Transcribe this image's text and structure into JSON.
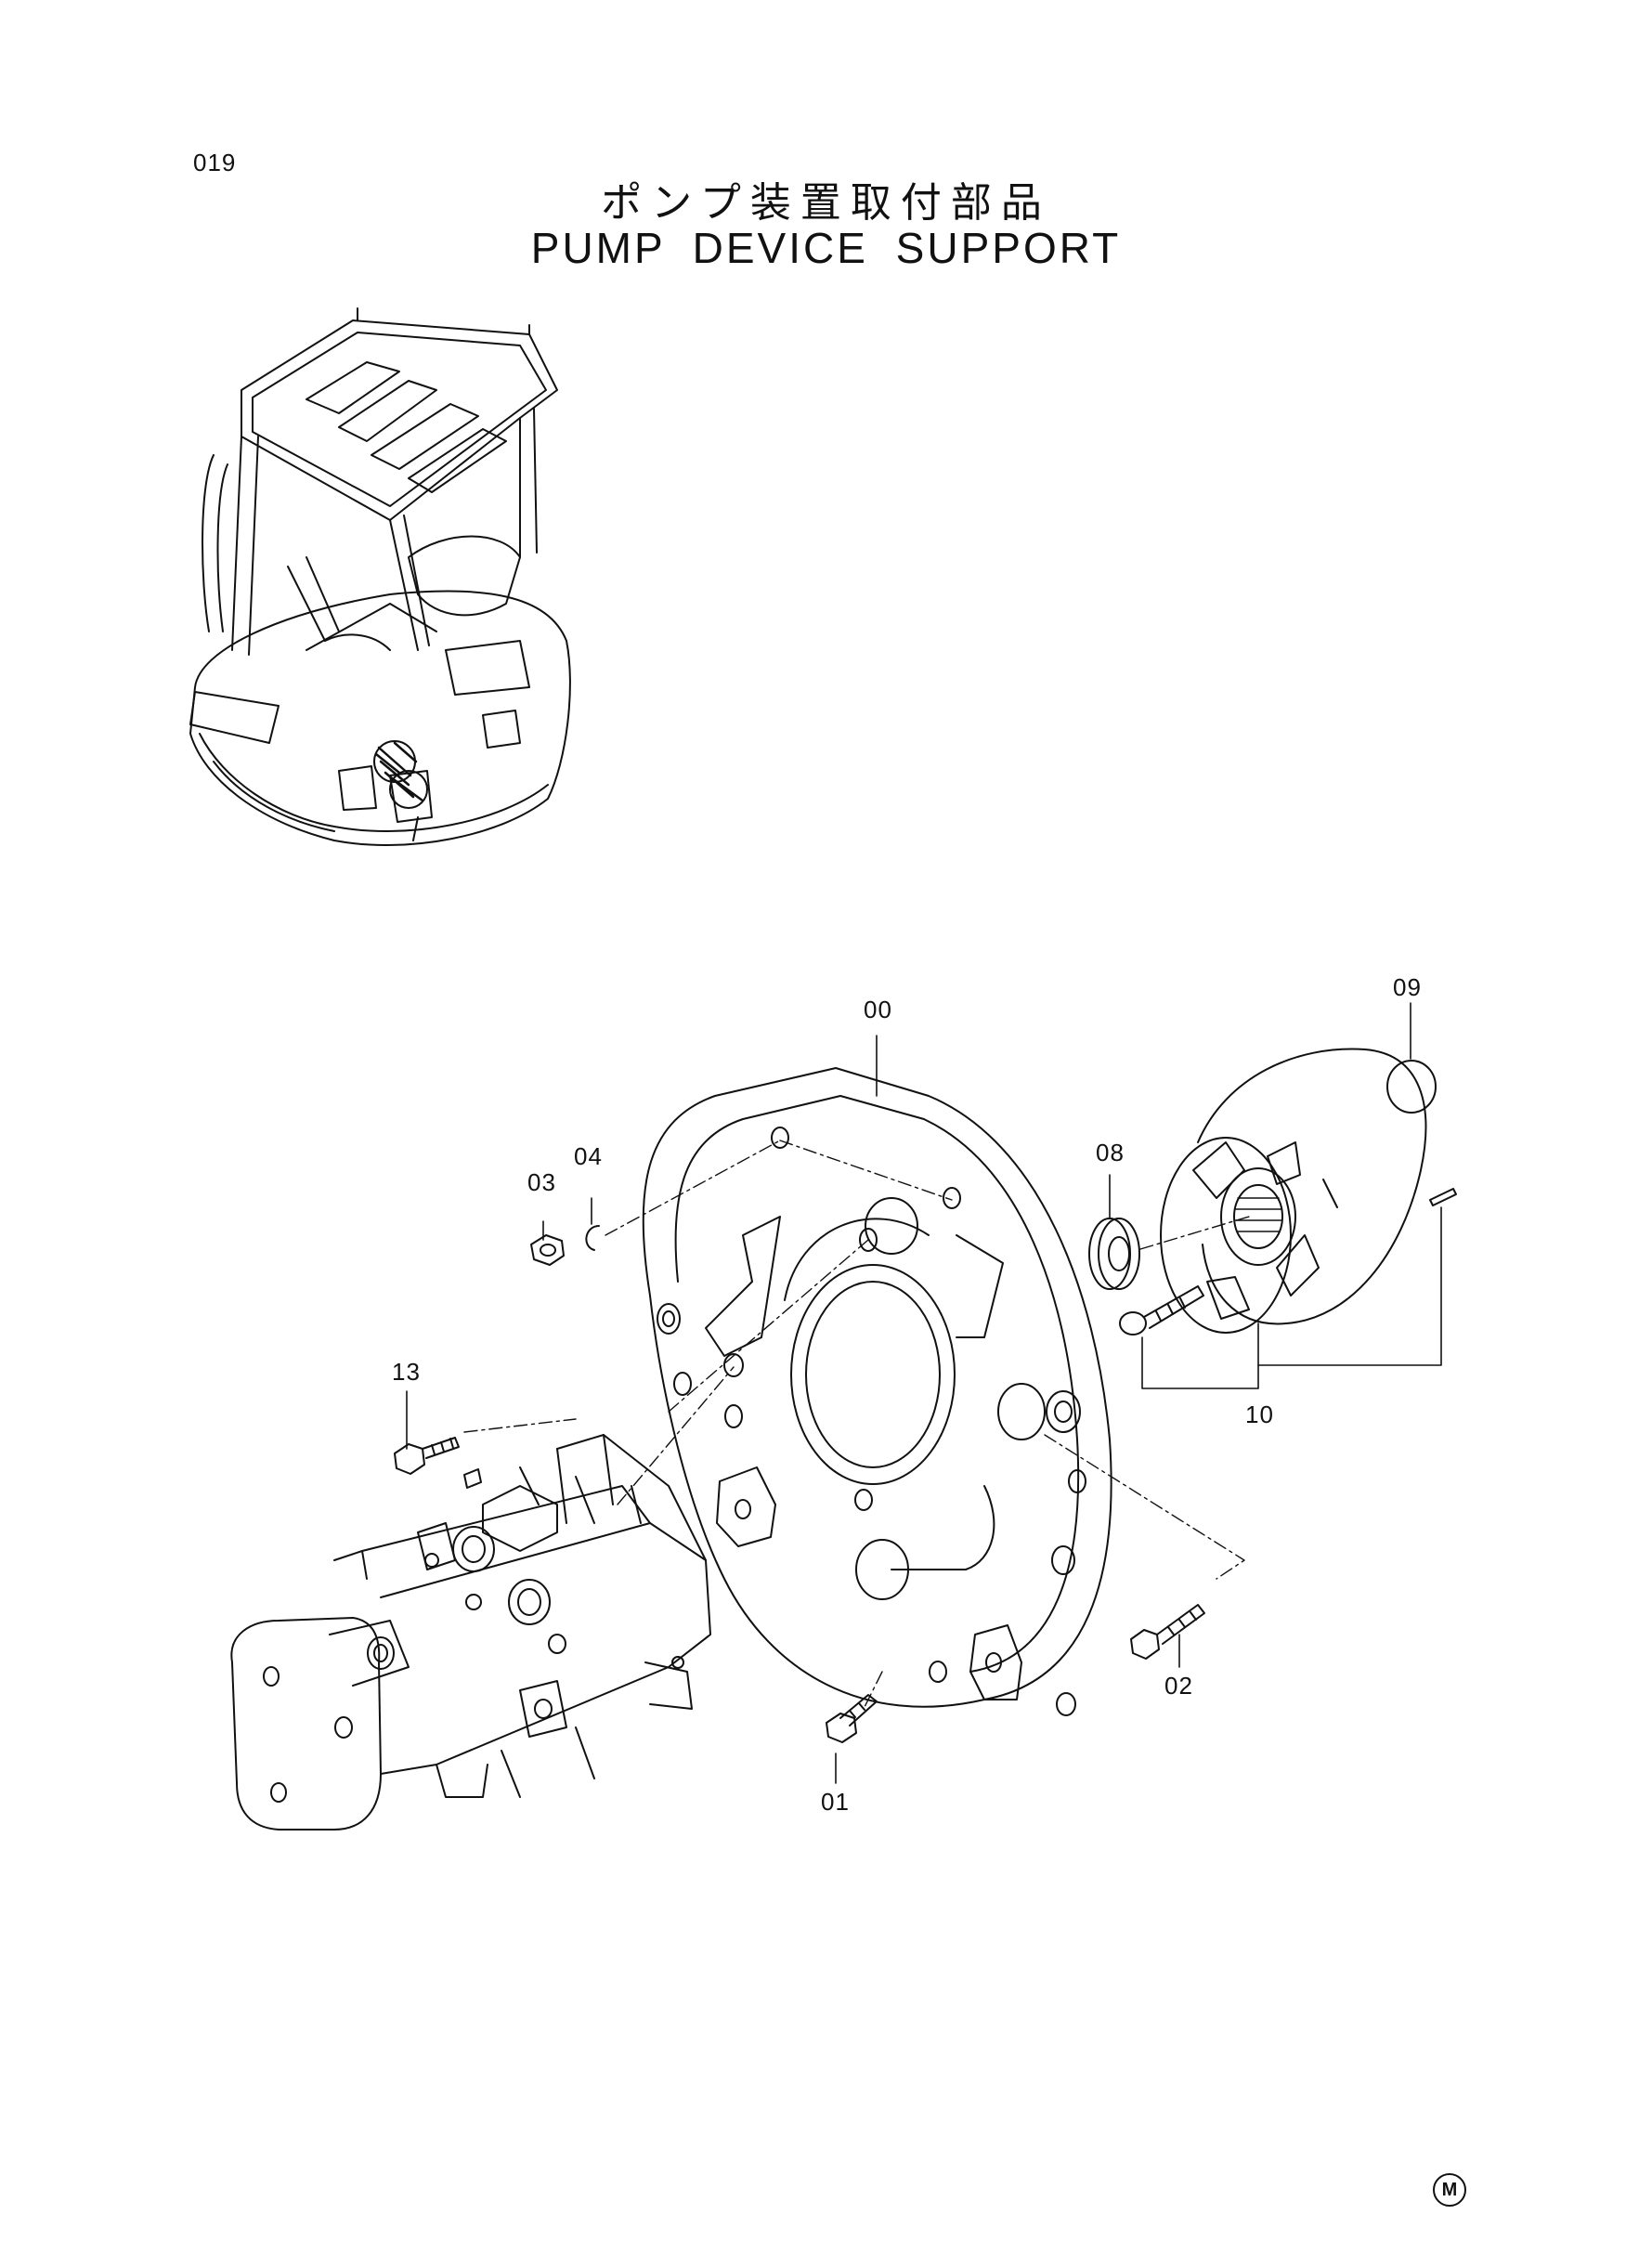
{
  "header": {
    "page_number": "019",
    "title_jp": "ポンプ装置取付部品",
    "title_en": "PUMP DEVICE SUPPORT"
  },
  "callouts": {
    "c00": "00",
    "c01": "01",
    "c02": "02",
    "c03": "03",
    "c04": "04",
    "c08": "08",
    "c09": "09",
    "c10": "10",
    "c13": "13"
  },
  "footer": {
    "mark": "M"
  },
  "colors": {
    "ink": "#111111",
    "paper": "#ffffff"
  }
}
